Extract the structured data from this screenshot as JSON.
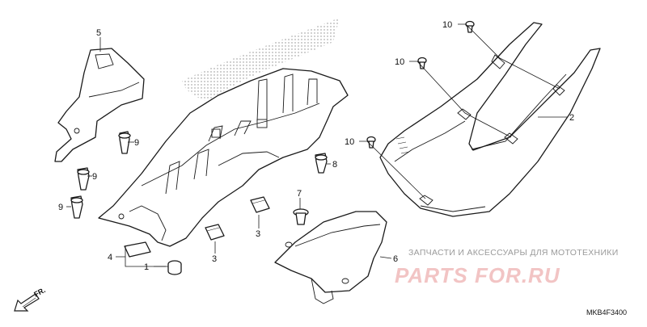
{
  "diagram": {
    "callouts": {
      "c5": "5",
      "c9a": "9",
      "c9b": "9",
      "c9c": "9",
      "c8": "8",
      "c7": "7",
      "c3a": "3",
      "c3b": "3",
      "c4": "4",
      "c1": "1",
      "c6": "6",
      "c10a": "10",
      "c10b": "10",
      "c10c": "10",
      "c2": "2"
    },
    "direction_label": "FR.",
    "drawing_code": "MKB4F3400"
  },
  "watermark": {
    "line1": "ЗАПЧАСТИ И АКСЕССУАРЫ ДЛЯ МОТОТЕХНИКИ",
    "line2": "PARTS FOR.RU",
    "color": "#f2c4c4"
  }
}
